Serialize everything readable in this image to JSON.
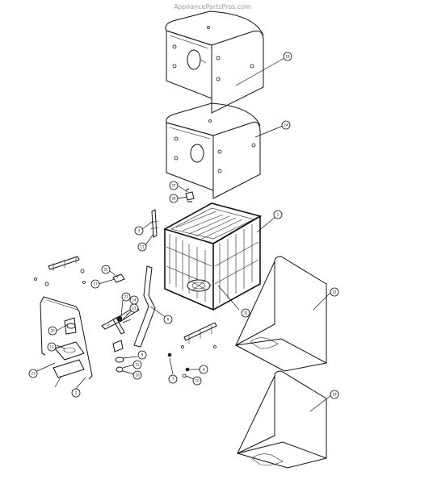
{
  "watermark": "AppliancePartsPros.com",
  "callouts": [
    {
      "id": "c1",
      "label": "18"
    },
    {
      "id": "c2",
      "label": "24"
    },
    {
      "id": "c3",
      "label": "1"
    },
    {
      "id": "c4",
      "label": "27"
    },
    {
      "id": "c5",
      "label": "26"
    },
    {
      "id": "c6",
      "label": "3"
    },
    {
      "id": "c7",
      "label": "11"
    },
    {
      "id": "c8",
      "label": "22"
    },
    {
      "id": "c9",
      "label": "31"
    },
    {
      "id": "c10",
      "label": "25"
    },
    {
      "id": "c11",
      "label": "17"
    },
    {
      "id": "c12",
      "label": "21"
    },
    {
      "id": "c13",
      "label": "14"
    },
    {
      "id": "c14",
      "label": "13"
    },
    {
      "id": "c15",
      "label": "6"
    },
    {
      "id": "c16",
      "label": "20"
    },
    {
      "id": "c17",
      "label": "12"
    },
    {
      "id": "c18",
      "label": "23"
    },
    {
      "id": "c19",
      "label": "9"
    },
    {
      "id": "c20",
      "label": "15"
    },
    {
      "id": "c21",
      "label": "16"
    },
    {
      "id": "c22",
      "label": "7"
    },
    {
      "id": "c23",
      "label": "4"
    },
    {
      "id": "c24",
      "label": "10"
    },
    {
      "id": "c25",
      "label": "2"
    },
    {
      "id": "c26",
      "label": "19"
    }
  ]
}
